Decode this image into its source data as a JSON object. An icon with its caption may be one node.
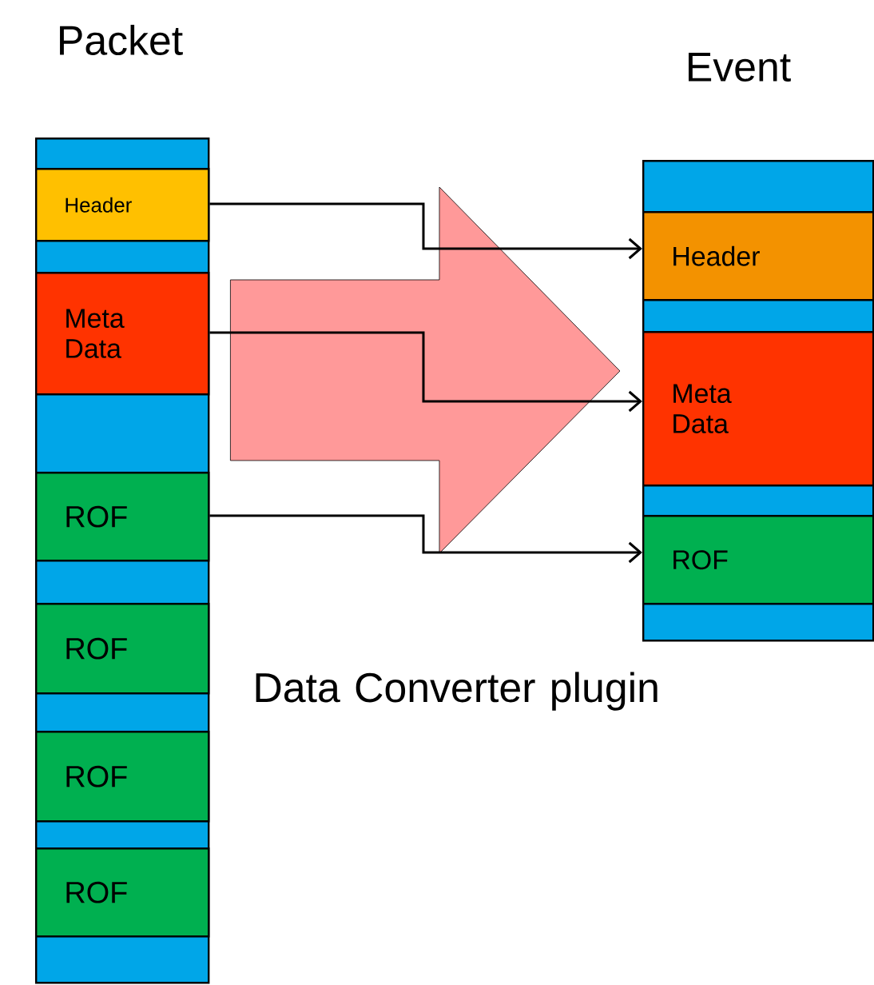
{
  "diagram": {
    "nodes": [
      {
        "text": [
          "Packet"
        ]
      },
      {
        "text": [
          "Header"
        ],
        "in": 0
      },
      {
        "text": [
          "Meta Data"
        ],
        "in": 0
      },
      {
        "text": [
          "ROF"
        ],
        "in": 0
      },
      {
        "text": [
          "ROF"
        ],
        "in": 0
      },
      {
        "text": [
          "ROF"
        ],
        "in": 0
      },
      {
        "text": [
          "ROF"
        ],
        "in": 0
      },
      {
        "text": [
          "Event"
        ]
      },
      {
        "text": [
          "Header"
        ],
        "in": 7
      },
      {
        "text": [
          "Meta Data"
        ],
        "in": 7
      },
      {
        "text": [
          "ROF"
        ],
        "in": 7
      }
    ],
    "edges": [
      {
        "from": 1,
        "to": 8,
        "arrow": "to"
      },
      {
        "from": 2,
        "to": 9,
        "arrow": "to"
      },
      {
        "from": 3,
        "to": 10,
        "arrow": "to"
      },
      {
        "from": 0,
        "to": 7,
        "arrow": "to",
        "color": "#ff9999"
      }
    ],
    "labels": [
      "Data Converter plugin"
    ]
  }
}
